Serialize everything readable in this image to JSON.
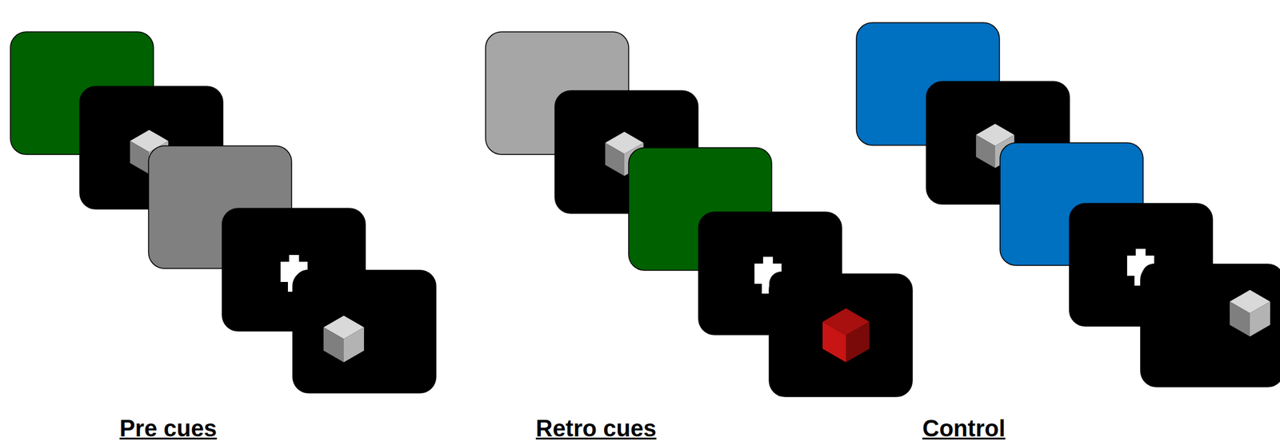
{
  "diagram": {
    "labels": [
      "Pre cues",
      "Retro cues",
      "Control"
    ]
  }
}
